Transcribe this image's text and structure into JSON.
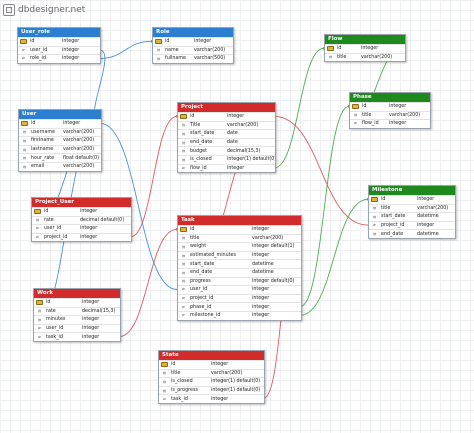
{
  "brand": {
    "name": "dbdesigner.net",
    "logo_icon": "dbdesigner-logo-icon"
  },
  "colors": {
    "blue": "#2b7fd1",
    "red": "#d12b2b",
    "green": "#1e8a1e",
    "link_blue": "#4a90d9",
    "link_red": "#e05a5a",
    "link_green": "#4cae4c"
  },
  "tables": [
    {
      "id": "user_role",
      "name": "User_role",
      "color": "blue",
      "columns": [
        {
          "key": "pk",
          "name": "id",
          "type": "integer"
        },
        {
          "key": "fk",
          "name": "user_id",
          "type": "integer"
        },
        {
          "key": "fk",
          "name": "role_id",
          "type": "integer"
        }
      ]
    },
    {
      "id": "role",
      "name": "Role",
      "color": "blue",
      "columns": [
        {
          "key": "pk",
          "name": "id",
          "type": "integer"
        },
        {
          "key": "none",
          "name": "name",
          "type": "varchar(200)"
        },
        {
          "key": "none",
          "name": "fullname",
          "type": "varchar(500)"
        }
      ]
    },
    {
      "id": "flow",
      "name": "Flow",
      "color": "green",
      "columns": [
        {
          "key": "pk",
          "name": "id",
          "type": "integer"
        },
        {
          "key": "none",
          "name": "title",
          "type": "varchar(200)"
        }
      ]
    },
    {
      "id": "phase",
      "name": "Phase",
      "color": "green",
      "columns": [
        {
          "key": "pk",
          "name": "id",
          "type": "integer"
        },
        {
          "key": "none",
          "name": "title",
          "type": "varchar(200)"
        },
        {
          "key": "fk",
          "name": "flow_id",
          "type": "integer"
        }
      ]
    },
    {
      "id": "user",
      "name": "User",
      "color": "blue",
      "columns": [
        {
          "key": "pk",
          "name": "id",
          "type": "integer"
        },
        {
          "key": "none",
          "name": "username",
          "type": "varchar(200)"
        },
        {
          "key": "none",
          "name": "firstname",
          "type": "varchar(200)"
        },
        {
          "key": "none",
          "name": "lastname",
          "type": "varchar(200)"
        },
        {
          "key": "none",
          "name": "hour_rate",
          "type": "float default(0)"
        },
        {
          "key": "none",
          "name": "email",
          "type": "varchar(200)"
        }
      ]
    },
    {
      "id": "project",
      "name": "Project",
      "color": "red",
      "columns": [
        {
          "key": "pk",
          "name": "id",
          "type": "integer"
        },
        {
          "key": "none",
          "name": "Title",
          "type": "varchar(200)"
        },
        {
          "key": "none",
          "name": "start_date",
          "type": "date"
        },
        {
          "key": "none",
          "name": "end_date",
          "type": "date"
        },
        {
          "key": "none",
          "name": "budget",
          "type": "decimal(15,3)"
        },
        {
          "key": "none",
          "name": "is_closed",
          "type": "integer(1) default(0)"
        },
        {
          "key": "fk",
          "name": "flow_id",
          "type": "integer"
        }
      ]
    },
    {
      "id": "milestone",
      "name": "Milestone",
      "color": "green",
      "columns": [
        {
          "key": "pk",
          "name": "id",
          "type": "integer"
        },
        {
          "key": "none",
          "name": "title",
          "type": "varchar(200)"
        },
        {
          "key": "none",
          "name": "start_date",
          "type": "datetime"
        },
        {
          "key": "fk",
          "name": "project_id",
          "type": "integer"
        },
        {
          "key": "none",
          "name": "end_date",
          "type": "datetime"
        }
      ]
    },
    {
      "id": "project_user",
      "name": "Project_User",
      "color": "red",
      "columns": [
        {
          "key": "pk",
          "name": "id",
          "type": "integer"
        },
        {
          "key": "none",
          "name": "rate",
          "type": "decimal default(0)"
        },
        {
          "key": "fk",
          "name": "user_id",
          "type": "integer"
        },
        {
          "key": "fk",
          "name": "project_id",
          "type": "integer"
        }
      ]
    },
    {
      "id": "task",
      "name": "Task",
      "color": "red",
      "columns": [
        {
          "key": "pk",
          "name": "id",
          "type": "integer"
        },
        {
          "key": "none",
          "name": "title",
          "type": "varchar(200)"
        },
        {
          "key": "none",
          "name": "weight",
          "type": "integer default(1)"
        },
        {
          "key": "none",
          "name": "estimated_minutes",
          "type": "integer"
        },
        {
          "key": "none",
          "name": "start_date",
          "type": "datetime"
        },
        {
          "key": "none",
          "name": "end_date",
          "type": "datetime"
        },
        {
          "key": "none",
          "name": "progress",
          "type": "integer default(0)"
        },
        {
          "key": "fk",
          "name": "user_id",
          "type": "integer"
        },
        {
          "key": "fk",
          "name": "project_id",
          "type": "integer"
        },
        {
          "key": "fk",
          "name": "phase_id",
          "type": "integer"
        },
        {
          "key": "fk",
          "name": "milestone_id",
          "type": "integer"
        }
      ]
    },
    {
      "id": "work",
      "name": "Work",
      "color": "red",
      "columns": [
        {
          "key": "pk",
          "name": "id",
          "type": "integer"
        },
        {
          "key": "none",
          "name": "rate",
          "type": "decimal(15,3)"
        },
        {
          "key": "none",
          "name": "minutes",
          "type": "integer"
        },
        {
          "key": "fk",
          "name": "user_id",
          "type": "integer"
        },
        {
          "key": "fk",
          "name": "task_id",
          "type": "integer"
        }
      ]
    },
    {
      "id": "state",
      "name": "State",
      "color": "red",
      "columns": [
        {
          "key": "pk",
          "name": "id",
          "type": "integer"
        },
        {
          "key": "none",
          "name": "title",
          "type": "varchar(200)"
        },
        {
          "key": "none",
          "name": "is_closed",
          "type": "integer(1) default(0)"
        },
        {
          "key": "none",
          "name": "is_progress",
          "type": "integer(1) default(0)"
        },
        {
          "key": "fk",
          "name": "task_id",
          "type": "integer"
        }
      ]
    }
  ],
  "relations": [
    {
      "from": "user_role",
      "from_col": "user_id",
      "to": "user",
      "to_col": "id",
      "color": "link_blue"
    },
    {
      "from": "user_role",
      "from_col": "role_id",
      "to": "role",
      "to_col": "id",
      "color": "link_blue"
    },
    {
      "from": "project_user",
      "from_col": "user_id",
      "to": "user",
      "to_col": "id",
      "color": "link_blue"
    },
    {
      "from": "work",
      "from_col": "user_id",
      "to": "user",
      "to_col": "id",
      "color": "link_blue"
    },
    {
      "from": "task",
      "from_col": "user_id",
      "to": "user",
      "to_col": "id",
      "color": "link_blue"
    },
    {
      "from": "project_user",
      "from_col": "project_id",
      "to": "project",
      "to_col": "id",
      "color": "link_red"
    },
    {
      "from": "task",
      "from_col": "project_id",
      "to": "project",
      "to_col": "id",
      "color": "link_red"
    },
    {
      "from": "milestone",
      "from_col": "project_id",
      "to": "project",
      "to_col": "id",
      "color": "link_red"
    },
    {
      "from": "work",
      "from_col": "task_id",
      "to": "task",
      "to_col": "id",
      "color": "link_red"
    },
    {
      "from": "state",
      "from_col": "task_id",
      "to": "task",
      "to_col": "id",
      "color": "link_red"
    },
    {
      "from": "project",
      "from_col": "flow_id",
      "to": "flow",
      "to_col": "id",
      "color": "link_green"
    },
    {
      "from": "phase",
      "from_col": "flow_id",
      "to": "flow",
      "to_col": "id",
      "color": "link_green"
    },
    {
      "from": "task",
      "from_col": "phase_id",
      "to": "phase",
      "to_col": "id",
      "color": "link_green"
    },
    {
      "from": "task",
      "from_col": "milestone_id",
      "to": "milestone",
      "to_col": "id",
      "color": "link_green"
    }
  ]
}
